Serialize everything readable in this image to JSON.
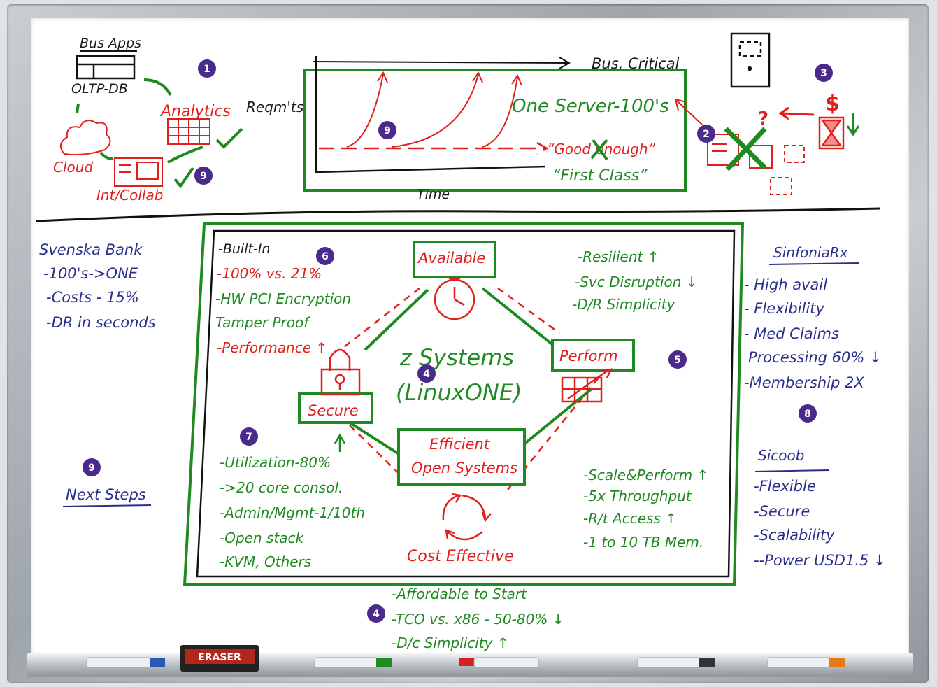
{
  "top": {
    "bus_apps": "Bus Apps",
    "oltp_db": "OLTP-DB",
    "analytics": "Analytics",
    "cloud": "Cloud",
    "int_collab": "Int/Collab",
    "reqmts": "Reqm'ts",
    "time": "Time",
    "bus_critical": "Bus. Critical",
    "one_server": "One Server-100's",
    "good_enough": "“Good enough”",
    "first_class": "“First Class”",
    "question_mark": "?",
    "dollar": "$"
  },
  "center": {
    "title": "z Systems",
    "subtitle": "(LinuxONE)",
    "available": "Available",
    "secure": "Secure",
    "perform": "Perform",
    "efficient_1": "Efficient",
    "efficient_2": "Open Systems",
    "cost_effective": "Cost Effective"
  },
  "secure_list": [
    "-Built-In",
    "-100% vs. 21%",
    "-HW PCI Encryption",
    "Tamper Proof",
    "-Performance ↑"
  ],
  "available_list": [
    "-Resilient ↑",
    "-Svc Disruption ↓",
    "-D/R Simplicity"
  ],
  "efficient_list": [
    "-Utilization-80%",
    "->20 core consol.",
    "-Admin/Mgmt-1/10th",
    "-Open stack",
    "-KVM, Others"
  ],
  "perform_list": [
    "-Scale&Perform ↑",
    "-5x Throughput",
    "-R/t Access ↑",
    "-1 to 10 TB Mem."
  ],
  "cost_list": [
    "-Affordable to Start",
    "-TCO vs. x86 - 50-80%   ↓",
    "-D/c Simplicity ↑"
  ],
  "svenska": {
    "title": "Svenska Bank",
    "items": [
      "-100's->ONE",
      "-Costs - 15%",
      "-DR in seconds"
    ]
  },
  "next_steps": "Next Steps",
  "sinfonia": {
    "title": "SinfoniaRx",
    "items": [
      "- High avail",
      "- Flexibility",
      "- Med Claims",
      "  Processing 60% ↓",
      "-Membership 2X"
    ]
  },
  "sicoob": {
    "title": "Sicoob",
    "items": [
      "-Flexible",
      "-Secure",
      "-Scalability",
      "--Power USD1.5 ↓"
    ]
  },
  "badges": {
    "b1": "1",
    "b2": "2",
    "b3": "3",
    "b4a": "4",
    "b4b": "4",
    "b5": "5",
    "b6": "6",
    "b7": "7",
    "b8": "8",
    "b9a": "9",
    "b9b": "9",
    "b9c": "9"
  },
  "eraser": "ERASER",
  "colors": {
    "marker_green": "#1f8a22",
    "marker_red": "#e0201c",
    "marker_blue": "#2b2f8c",
    "badge_purple": "#4b2a8c"
  }
}
